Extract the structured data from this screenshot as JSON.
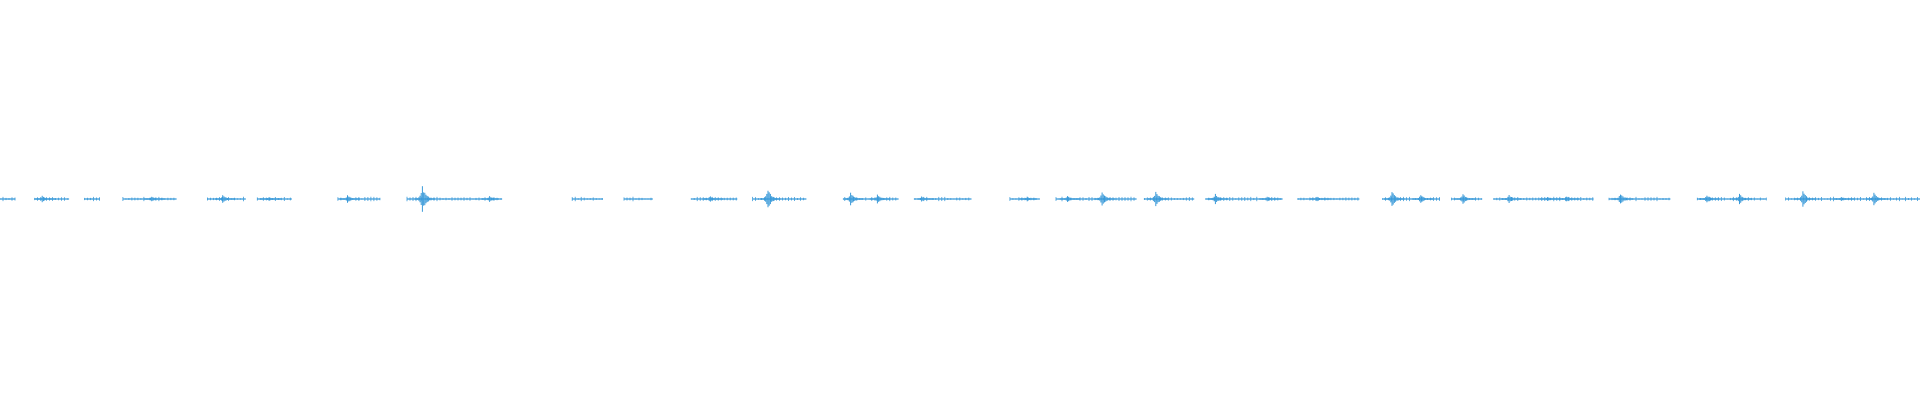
{
  "waveform": {
    "color": "#3a9ad9",
    "segments": [
      {
        "start": 0.0,
        "end": 0.008,
        "peaks": []
      },
      {
        "start": 0.018,
        "end": 0.036,
        "peaks": [
          {
            "pos": 0.022,
            "amp": 0.25
          }
        ]
      },
      {
        "start": 0.044,
        "end": 0.052,
        "peaks": []
      },
      {
        "start": 0.064,
        "end": 0.092,
        "peaks": [
          {
            "pos": 0.079,
            "amp": 0.2
          }
        ]
      },
      {
        "start": 0.108,
        "end": 0.128,
        "peaks": [
          {
            "pos": 0.116,
            "amp": 0.3
          }
        ]
      },
      {
        "start": 0.134,
        "end": 0.152,
        "peaks": [
          {
            "pos": 0.14,
            "amp": 0.15
          }
        ]
      },
      {
        "start": 0.176,
        "end": 0.198,
        "peaks": [
          {
            "pos": 0.181,
            "amp": 0.3
          }
        ]
      },
      {
        "start": 0.212,
        "end": 0.26,
        "peaks": [
          {
            "pos": 0.22,
            "amp": 1.0
          },
          {
            "pos": 0.255,
            "amp": 0.25
          }
        ]
      },
      {
        "start": 0.298,
        "end": 0.314,
        "peaks": []
      },
      {
        "start": 0.325,
        "end": 0.34,
        "peaks": []
      },
      {
        "start": 0.36,
        "end": 0.384,
        "peaks": [
          {
            "pos": 0.37,
            "amp": 0.2
          }
        ]
      },
      {
        "start": 0.392,
        "end": 0.42,
        "peaks": [
          {
            "pos": 0.4,
            "amp": 0.8
          }
        ]
      },
      {
        "start": 0.44,
        "end": 0.468,
        "peaks": [
          {
            "pos": 0.443,
            "amp": 0.55
          },
          {
            "pos": 0.457,
            "amp": 0.35
          }
        ]
      },
      {
        "start": 0.478,
        "end": 0.506,
        "peaks": [
          {
            "pos": 0.48,
            "amp": 0.2
          }
        ]
      },
      {
        "start": 0.526,
        "end": 0.54,
        "peaks": [
          {
            "pos": 0.535,
            "amp": 0.2
          }
        ]
      },
      {
        "start": 0.55,
        "end": 0.592,
        "peaks": [
          {
            "pos": 0.556,
            "amp": 0.25
          },
          {
            "pos": 0.574,
            "amp": 0.6
          }
        ]
      },
      {
        "start": 0.596,
        "end": 0.622,
        "peaks": [
          {
            "pos": 0.602,
            "amp": 0.65
          }
        ]
      },
      {
        "start": 0.628,
        "end": 0.668,
        "peaks": [
          {
            "pos": 0.633,
            "amp": 0.4
          },
          {
            "pos": 0.66,
            "amp": 0.2
          }
        ]
      },
      {
        "start": 0.676,
        "end": 0.708,
        "peaks": [
          {
            "pos": 0.686,
            "amp": 0.2
          }
        ]
      },
      {
        "start": 0.72,
        "end": 0.75,
        "peaks": [
          {
            "pos": 0.725,
            "amp": 0.65
          },
          {
            "pos": 0.74,
            "amp": 0.35
          }
        ]
      },
      {
        "start": 0.756,
        "end": 0.772,
        "peaks": [
          {
            "pos": 0.762,
            "amp": 0.4
          }
        ]
      },
      {
        "start": 0.778,
        "end": 0.83,
        "peaks": [
          {
            "pos": 0.786,
            "amp": 0.35
          },
          {
            "pos": 0.806,
            "amp": 0.2
          },
          {
            "pos": 0.816,
            "amp": 0.25
          }
        ]
      },
      {
        "start": 0.838,
        "end": 0.87,
        "peaks": [
          {
            "pos": 0.844,
            "amp": 0.45
          }
        ]
      },
      {
        "start": 0.884,
        "end": 0.92,
        "peaks": [
          {
            "pos": 0.889,
            "amp": 0.35
          },
          {
            "pos": 0.906,
            "amp": 0.45
          }
        ]
      },
      {
        "start": 0.93,
        "end": 1.0,
        "peaks": [
          {
            "pos": 0.939,
            "amp": 0.6
          },
          {
            "pos": 0.959,
            "amp": 0.2
          },
          {
            "pos": 0.976,
            "amp": 0.5
          }
        ]
      }
    ]
  }
}
